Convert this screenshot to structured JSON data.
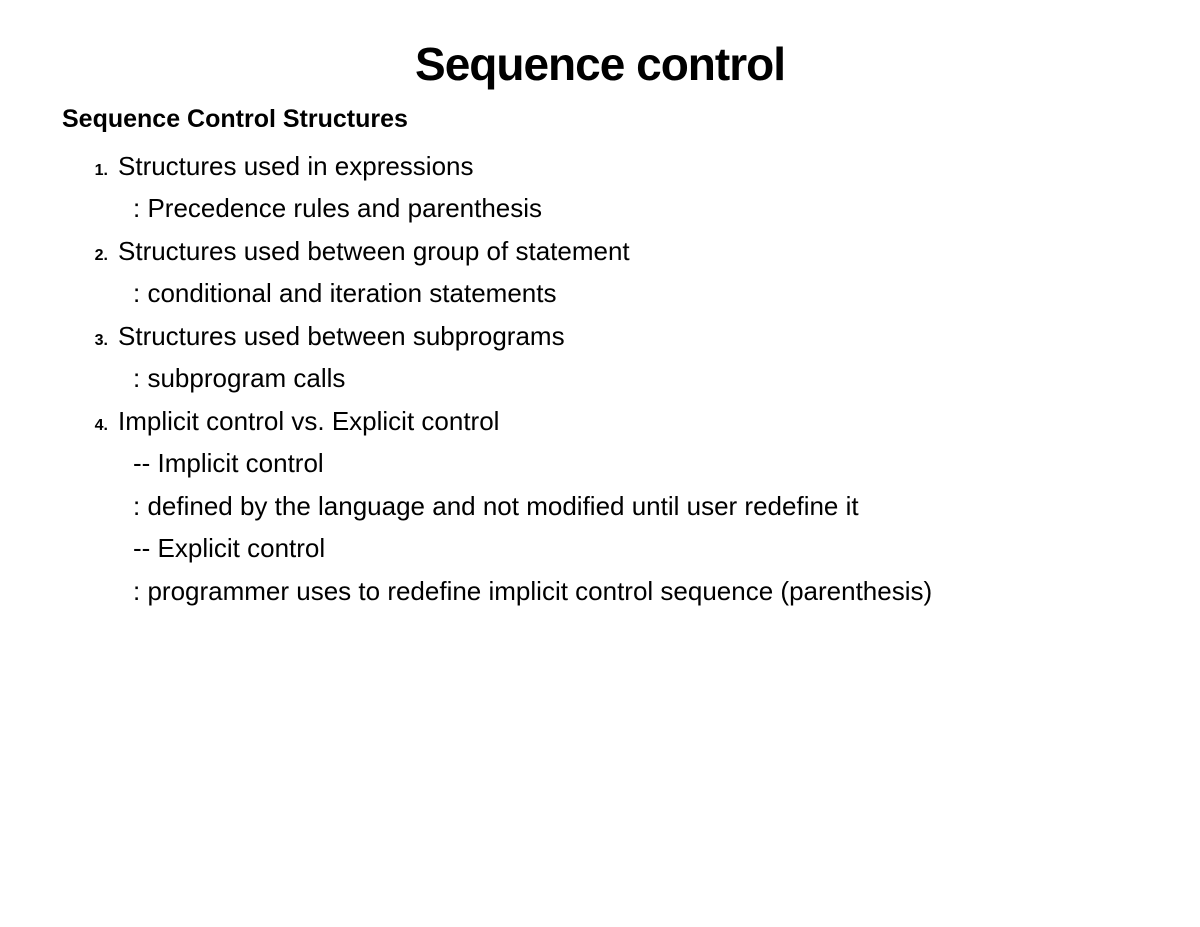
{
  "slide": {
    "title": "Sequence control",
    "heading": "Sequence Control Structures",
    "list": [
      {
        "num": "1.",
        "main": "Structures used in expressions",
        "subs": [
          ": Precedence rules and parenthesis"
        ]
      },
      {
        "num": "2.",
        "main": "Structures used between group of statement",
        "subs": [
          ": conditional and iteration statements"
        ]
      },
      {
        "num": "3.",
        "main": "Structures used between subprograms",
        "subs": [
          ": subprogram calls"
        ]
      },
      {
        "num": "4.",
        "main": "Implicit control vs. Explicit control",
        "subs": [
          "-- Implicit control",
          ": defined by the language and not modified until user redefine it",
          "-- Explicit control",
          ": programmer uses to redefine implicit control sequence (parenthesis)"
        ]
      }
    ]
  }
}
